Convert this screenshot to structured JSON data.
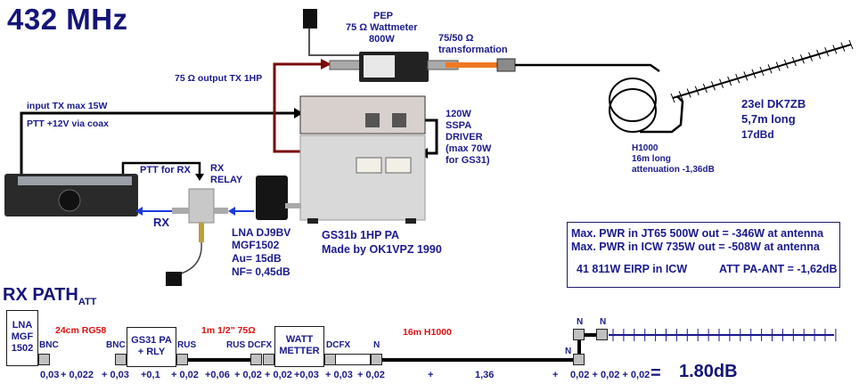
{
  "title": "432 MHz",
  "labels": {
    "pep_line1": "PEP",
    "pep_line2": "75 Ω Wattmeter",
    "pep_line3": "800W",
    "transform_line1": "75/50 Ω",
    "transform_line2": "transformation",
    "output_tx": "75 Ω output TX 1HP",
    "input_tx": "input TX max 15W",
    "ptt_coax": "PTT +12V via coax",
    "ssp_line1": "120W",
    "ssp_line2": "SSPA",
    "ssp_line3": "DRIVER",
    "ssp_line4": "(max 70W",
    "ssp_line5": "for GS31)",
    "ptt_rx": "PTT for RX",
    "rx_relay_line1": "RX",
    "rx_relay_line2": "RELAY",
    "rx": "RX",
    "lna_line1": "LNA DJ9BV",
    "lna_line2": "MGF1502",
    "lna_line3": "Au= 15dB",
    "lna_line4": "NF= 0,45dB",
    "pa_line1": "GS31b 1HP PA",
    "pa_line2": "Made by OK1VPZ 1990",
    "cable_line1": "H1000",
    "cable_line2": "16m long",
    "cable_line3": "attenuation -1,36dB",
    "antenna_line1": "23el DK7ZB",
    "antenna_line2": "5,7m long",
    "antenna_line3": "17dBd"
  },
  "infobox": {
    "line1": "Max. PWR in JT65 500W out = -346W at antenna",
    "line2": "Max. PWR in  ICW 735W out = -508W at antenna",
    "line3a": "41 811W EIRP in ICW",
    "line3b": "ATT PA-ANT = -1,62dB"
  },
  "rx_path": {
    "title": "RX PATH",
    "subscript": "ATT",
    "blocks": {
      "lna": [
        "LNA",
        "MGF",
        "1502"
      ],
      "pa": [
        "GS31 PA",
        "+ RLY"
      ],
      "wattmeter": [
        "WATT",
        "METTER"
      ]
    },
    "cables": {
      "rg58": "24cm RG58",
      "half_inch": "1m 1/2\" 75Ω",
      "h1000": "16m H1000"
    },
    "connectors": {
      "bnc1": "BNC",
      "bnc2": "BNC",
      "rus1": "RUS",
      "rus2": "RUS",
      "dcfx1": "DCFX",
      "dcfx2": "DCFX",
      "n1": "N",
      "n2": "N",
      "n3": "N",
      "n4": "N"
    },
    "sum_terms": [
      "0,03",
      "+ 0,022",
      "+ 0,03",
      "+0,1",
      "+ 0,02",
      "+0,06",
      "+ 0,02",
      "+ 0,02",
      "+0,03",
      "+ 0,03",
      "+ 0,02",
      "+",
      "1,36",
      "+",
      "0,02 + 0,02 + 0,02"
    ],
    "equals": "=",
    "total": "1.80dB"
  },
  "colors": {
    "title": "#141478",
    "label": "#1a1a8c",
    "tx_line": "#7a0a0a",
    "rx_arrow": "#1a3adc",
    "cable_orange": "#f07820",
    "cable_label_red": "#e01010"
  }
}
